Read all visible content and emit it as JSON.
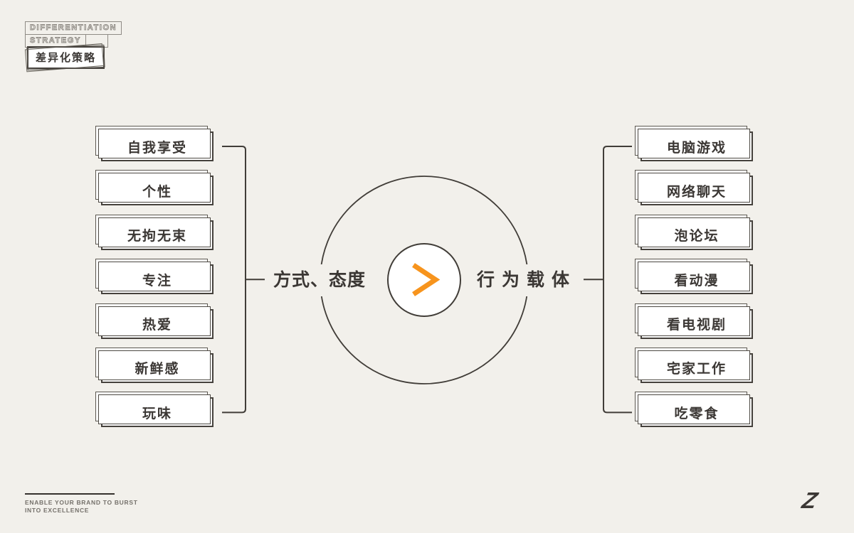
{
  "page": {
    "background": "#F2F0EB",
    "ink": "#3B3734",
    "line_color": "#413D38",
    "accent_orange": "#F7941D"
  },
  "header": {
    "en_line1": "DIFFERENTIATION",
    "en_line2": "STRATEGY",
    "cn_title": "差异化策略"
  },
  "diagram": {
    "left_group_label": "方式、态度",
    "right_group_label": "行为载体",
    "arrow_icon": ">",
    "left_items": [
      "自我享受",
      "个性",
      "无拘无束",
      "专注",
      "热爱",
      "新鲜感",
      "玩味"
    ],
    "right_items": [
      "电脑游戏",
      "网络聊天",
      "泡论坛",
      "看动漫",
      "看电视剧",
      "宅家工作",
      "吃零食"
    ]
  },
  "footer": {
    "tagline_line1": "ENABLE YOUR BRAND TO BURST",
    "tagline_line2": "INTO EXCELLENCE",
    "logo_letter": "Z"
  }
}
